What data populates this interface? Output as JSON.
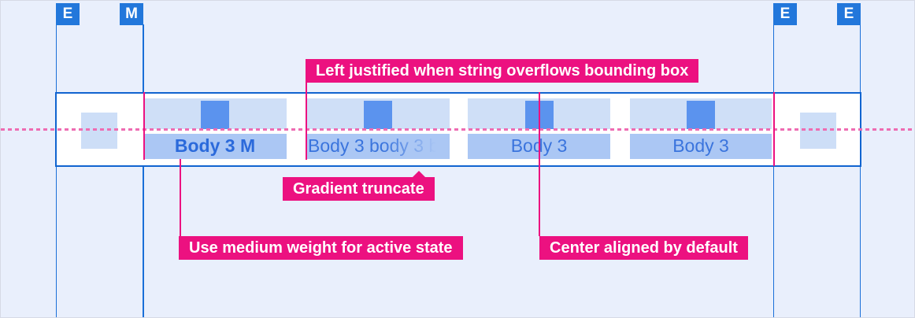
{
  "rulers": {
    "markers": [
      {
        "label": "E"
      },
      {
        "label": "M"
      },
      {
        "label": "E"
      },
      {
        "label": "E"
      }
    ]
  },
  "tabbar": {
    "tabs": [
      {
        "label": "Body 3 M",
        "state": "active",
        "align": "center",
        "truncate": "none"
      },
      {
        "label": "Body 3 body 3 b",
        "state": "default",
        "align": "left",
        "truncate": "gradient"
      },
      {
        "label": "Body 3",
        "state": "default",
        "align": "center",
        "truncate": "none"
      },
      {
        "label": "Body 3",
        "state": "default",
        "align": "center",
        "truncate": "none"
      }
    ]
  },
  "annotations": {
    "left_justified": "Left justified when string overflows bounding box",
    "gradient_truncate": "Gradient truncate",
    "medium_weight": "Use medium weight for active state",
    "center_aligned": "Center aligned by default"
  },
  "colors": {
    "annotation_pink": "#ec1180",
    "dashed_centerline_pink": "#ee6cb2",
    "guide_blue": "#1a6fd8",
    "marker_blue": "#2277db",
    "tab_bar_border_blue": "#1164d0",
    "tab_swatch_light": "#cfdff7",
    "tab_label_bg": "#abc7f4",
    "tab_icon_blue": "#5b93ee",
    "tab_text_blue": "#3a74dd",
    "active_text_blue": "#2b6adb"
  }
}
